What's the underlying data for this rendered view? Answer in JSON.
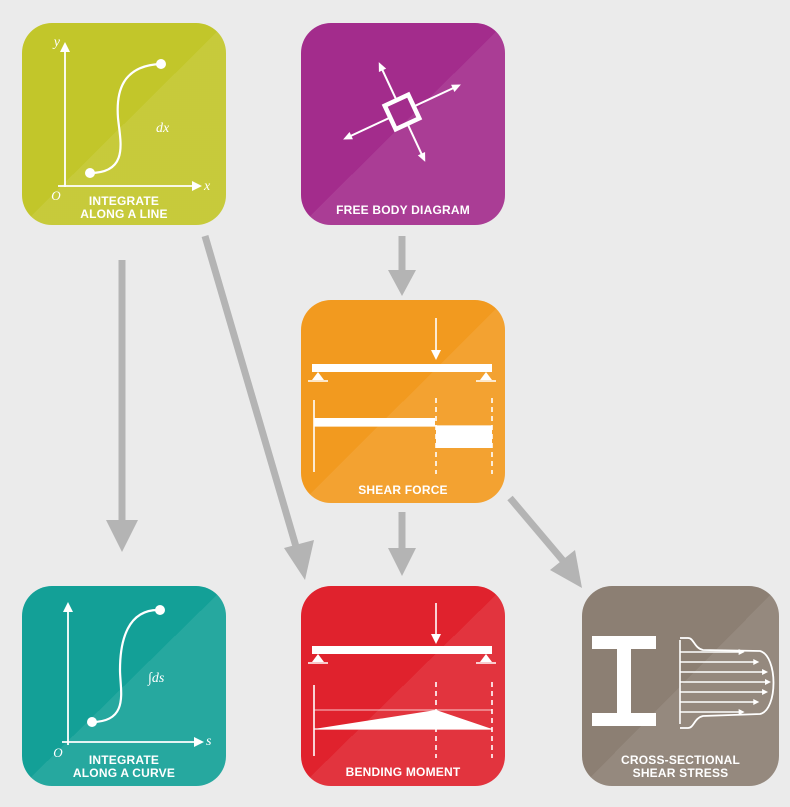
{
  "cards": {
    "integrate_line": {
      "label_line1": "INTEGRATE",
      "label_line2": "ALONG A LINE",
      "axis_y": "y",
      "axis_x": "x",
      "origin": "O",
      "annotation": "dx",
      "color": "#c2c62a"
    },
    "free_body": {
      "label": "FREE BODY DIAGRAM",
      "color": "#a32c8c"
    },
    "shear_force": {
      "label": "SHEAR FORCE",
      "color": "#f29a1f"
    },
    "integrate_curve": {
      "label_line1": "INTEGRATE",
      "label_line2": "ALONG A CURVE",
      "axis_x": "s",
      "origin": "O",
      "annotation": "∫ds",
      "color": "#13a097"
    },
    "bending_moment": {
      "label": "BENDING MOMENT",
      "color": "#e0222d"
    },
    "cross_sectional": {
      "label_line1": "CROSS-SECTIONAL",
      "label_line2": "SHEAR STRESS",
      "color": "#8c7f73"
    }
  },
  "arrow_color": "#b4b4b4"
}
